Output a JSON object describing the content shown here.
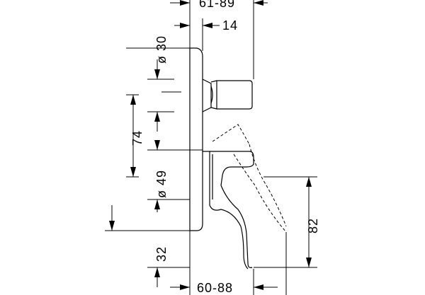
{
  "drawing": {
    "dimensions": {
      "top_depth": "61-89",
      "top_offset": "14",
      "diverter_diameter": "ø 30",
      "center_distance": "74",
      "cartridge_diameter": "ø 49",
      "lever_height": "82",
      "bottom_offset": "32",
      "bottom_depth": "60-88"
    }
  }
}
